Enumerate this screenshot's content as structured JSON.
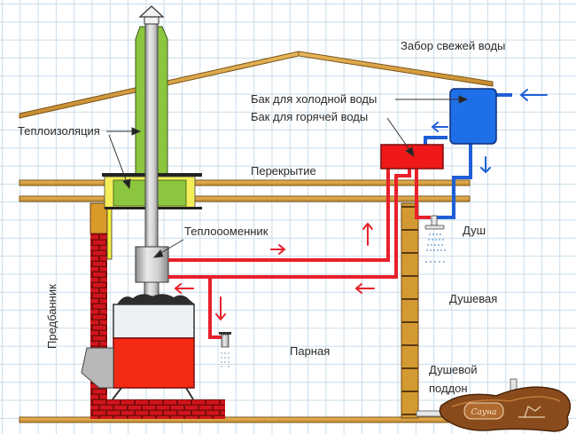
{
  "title": "Схема нагрева воды в бане от теплообменника печи",
  "labels": {
    "fresh_water_intake": "Забор свежей воды",
    "cold_tank": "Бак для холодной воды",
    "hot_tank": "Бак для горячей воды",
    "insulation": "Теплоизоляция",
    "ceiling": "Перекрытие",
    "heat_exchanger": "Теплоооменник",
    "shower": "Душ",
    "shower_room": "Душевая",
    "changing_room": "Предбанник",
    "steam_room": "Парная",
    "shower_tray_line1": "Душевой",
    "shower_tray_line2": "поддон"
  },
  "logo": {
    "text": "Сауна"
  },
  "colors": {
    "hot_water": "#e8202a",
    "cold_water": "#1f5fd6",
    "cold_tank": "#1f6fe8",
    "hot_tank": "#f01818",
    "insulation": "#8cc63f",
    "wood": "#d9a441",
    "brick": "#d1151b",
    "metal": "#c8c8c8",
    "stove_body": "#f42a14"
  }
}
